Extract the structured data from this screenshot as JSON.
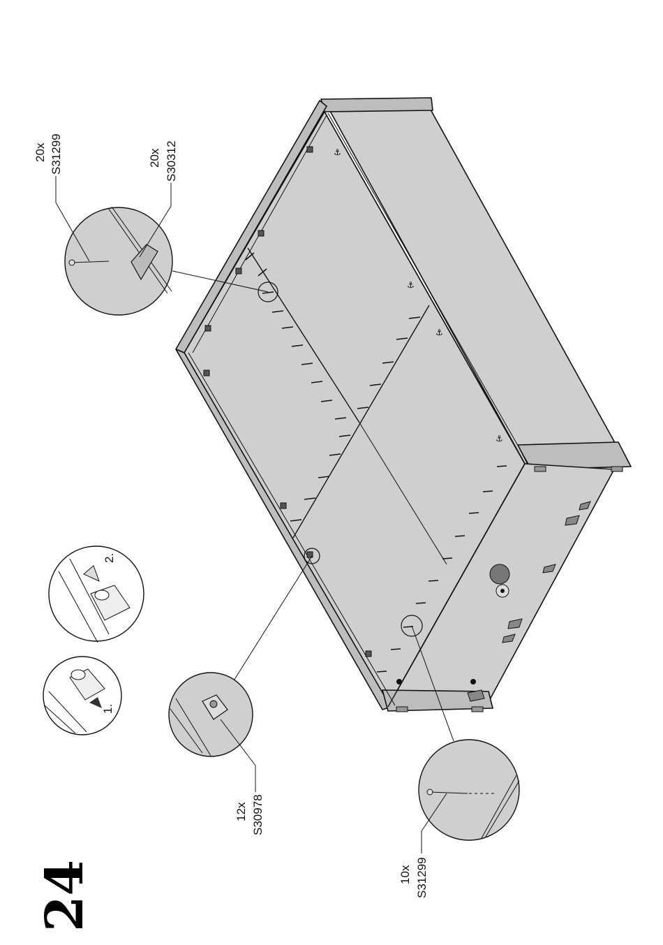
{
  "step_number": "24",
  "callouts": [
    {
      "id": "nail-top",
      "count": "20x",
      "part": "S31299"
    },
    {
      "id": "plate-top",
      "count": "20x",
      "part": "S30312"
    },
    {
      "id": "connector",
      "count": "12x",
      "part": "S30978"
    },
    {
      "id": "nail-bottom",
      "count": "10x",
      "part": "S31299"
    }
  ],
  "insets": [
    {
      "id": "step1",
      "label": "1."
    },
    {
      "id": "step2",
      "label": "2."
    }
  ]
}
